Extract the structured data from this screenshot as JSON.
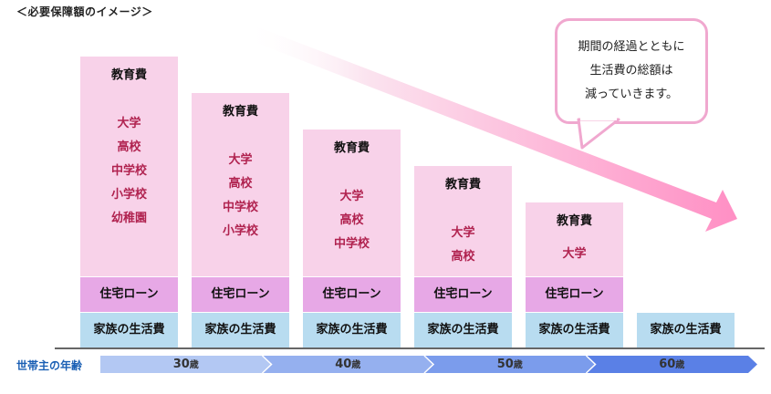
{
  "title": "＜必要保障額のイメージ＞",
  "callout": {
    "lines": [
      "期間の経過とともに",
      "生活費の総額は",
      "減っていきます。"
    ]
  },
  "columns": [
    {
      "education_title": "教育費",
      "education_items": [
        "大学",
        "高校",
        "中学校",
        "小学校",
        "幼稚園"
      ],
      "housing": "住宅ローン",
      "family": "家族の生活費"
    },
    {
      "education_title": "教育費",
      "education_items": [
        "大学",
        "高校",
        "中学校",
        "小学校"
      ],
      "housing": "住宅ローン",
      "family": "家族の生活費"
    },
    {
      "education_title": "教育費",
      "education_items": [
        "大学",
        "高校",
        "中学校"
      ],
      "housing": "住宅ローン",
      "family": "家族の生活費"
    },
    {
      "education_title": "教育費",
      "education_items": [
        "大学",
        "高校"
      ],
      "housing": "住宅ローン",
      "family": "家族の生活費"
    },
    {
      "education_title": "教育費",
      "education_items": [
        "大学"
      ],
      "housing": "住宅ローン",
      "family": "家族の生活費"
    },
    {
      "education_title": null,
      "education_items": [],
      "housing": null,
      "family": "家族の生活費"
    }
  ],
  "axis": {
    "label": "世帯主の年齢",
    "segments": [
      {
        "value": "30",
        "unit": "歳",
        "color": "#b3c8f3"
      },
      {
        "value": "40",
        "unit": "歳",
        "color": "#95b0ef"
      },
      {
        "value": "50",
        "unit": "歳",
        "color": "#7b9cec"
      },
      {
        "value": "60",
        "unit": "歳",
        "color": "#5a80e6"
      }
    ]
  },
  "colors": {
    "education": "#f8d2e9",
    "housing": "#e7a8e6",
    "family": "#b8dcf0",
    "education_item_text": "#b0224f",
    "arrow_start": "#ffffff",
    "arrow_end": "#ff8fc4",
    "callout_border": "#f0a8cf",
    "axis_label": "#1a5fb4"
  }
}
